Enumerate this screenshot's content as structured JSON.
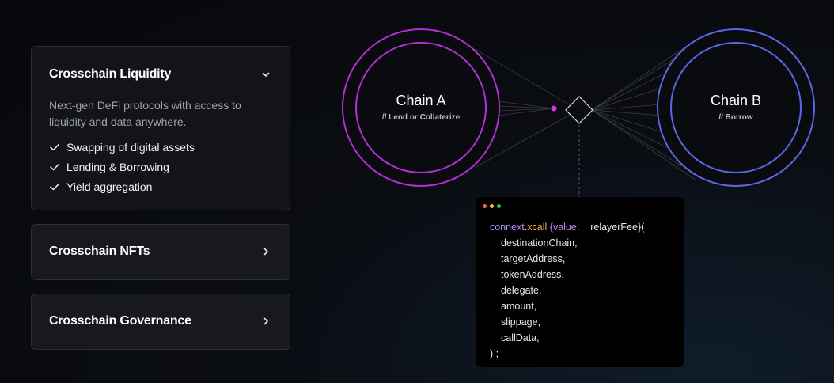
{
  "accordion": [
    {
      "title": "Crosschain Liquidity",
      "expanded": true,
      "chevron": "chevron-down-icon",
      "description": "Next-gen DeFi protocols with access to liquidity and data anywhere.",
      "features": [
        "Swapping of digital assets",
        "Lending & Borrowing",
        "Yield aggregation"
      ]
    },
    {
      "title": "Crosschain NFTs",
      "expanded": false,
      "chevron": "chevron-right-icon"
    },
    {
      "title": "Crosschain Governance",
      "expanded": false,
      "chevron": "chevron-right-icon"
    }
  ],
  "diagram": {
    "chain_a": {
      "name": "Chain A",
      "subtitle": "// Lend or Collaterize",
      "color": "#b42fd6"
    },
    "chain_b": {
      "name": "Chain B",
      "subtitle": "// Borrow",
      "color": "#5a68e8"
    }
  },
  "code": {
    "window_dots": [
      "#ff5f56",
      "#ffbd2e",
      "#27c93f"
    ],
    "call_object": "connext",
    "call_dot": ".",
    "call_method": "xcall",
    "brace_open": " {",
    "value_kw": "value",
    "value_sep": ":    ",
    "relayer": "relayerFee",
    "relayer_close": "}(",
    "params": [
      "destinationChain,",
      "targetAddress,",
      "tokenAddress,",
      "delegate,",
      "amount,",
      "slippage,",
      "callData,"
    ],
    "closing": ") ;",
    "colors": {
      "purple": "#b48cf2",
      "orange": "#f5b046"
    }
  }
}
